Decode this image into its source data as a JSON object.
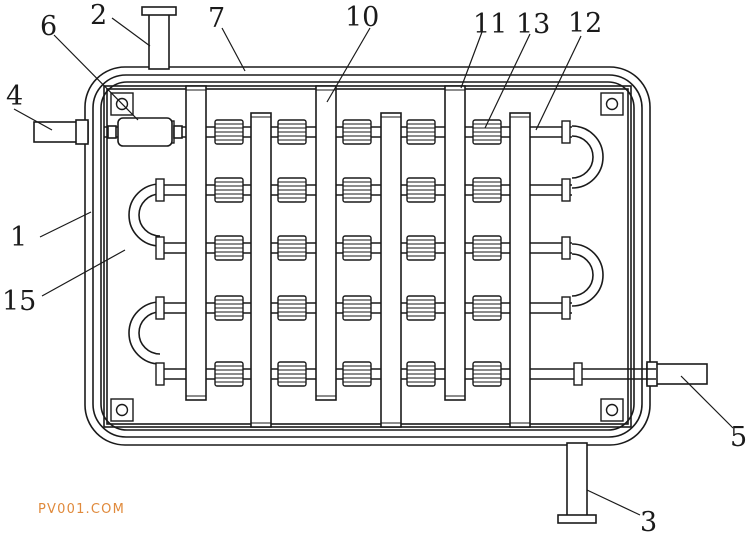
{
  "labels": {
    "l1": "1",
    "l2": "2",
    "l3": "3",
    "l4": "4",
    "l5": "5",
    "l6": "6",
    "l7": "7",
    "l10": "10",
    "l11": "11",
    "l12": "12",
    "l13": "13",
    "l15": "15"
  },
  "watermark": "PV001.COM",
  "colors": {
    "line": "#1a1a1a",
    "watermark": "#e08a3c"
  }
}
